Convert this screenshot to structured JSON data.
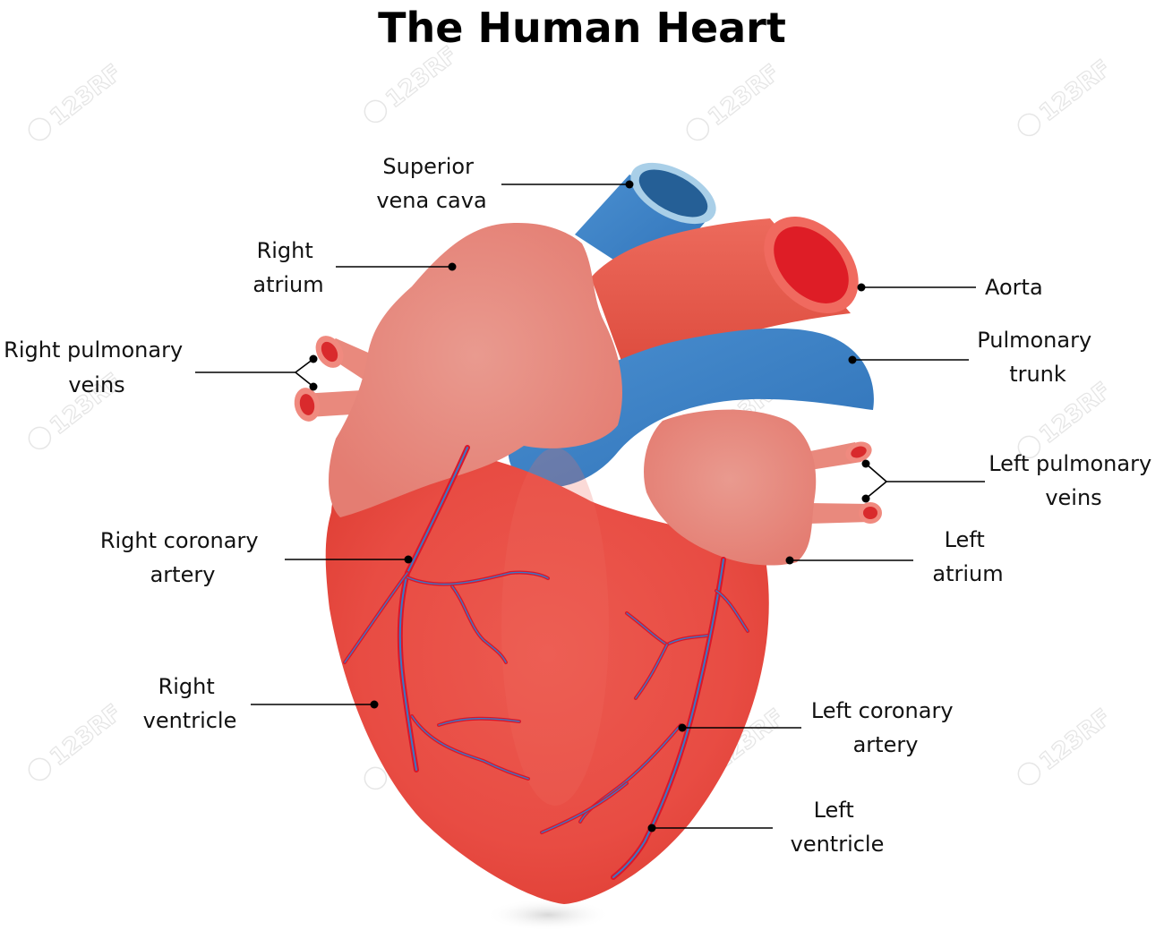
{
  "title": "The Human Heart",
  "watermark": "123RF",
  "labels": {
    "superior_vena_cava": [
      "Superior",
      "vena cava"
    ],
    "right_atrium": [
      "Right",
      "atrium"
    ],
    "right_pulmonary_veins": [
      "Right pulmonary",
      "veins"
    ],
    "right_coronary_artery": [
      "Right coronary",
      "artery"
    ],
    "right_ventricle": [
      "Right",
      "ventricle"
    ],
    "aorta": [
      "Aorta"
    ],
    "pulmonary_trunk": [
      "Pulmonary",
      "trunk"
    ],
    "left_pulmonary_veins": [
      "Left pulmonary",
      "veins"
    ],
    "left_atrium": [
      "Left",
      "atrium"
    ],
    "left_coronary_artery": [
      "Left coronary",
      "artery"
    ],
    "left_ventricle": [
      "Left",
      "ventricle"
    ]
  },
  "colors": {
    "ventricle_red": "#e8524a",
    "atrium_pink": "#e98c82",
    "artery_red": "#e14a3d",
    "vein_blue": "#3b7fc4",
    "vessel_red": "#d9162a"
  }
}
